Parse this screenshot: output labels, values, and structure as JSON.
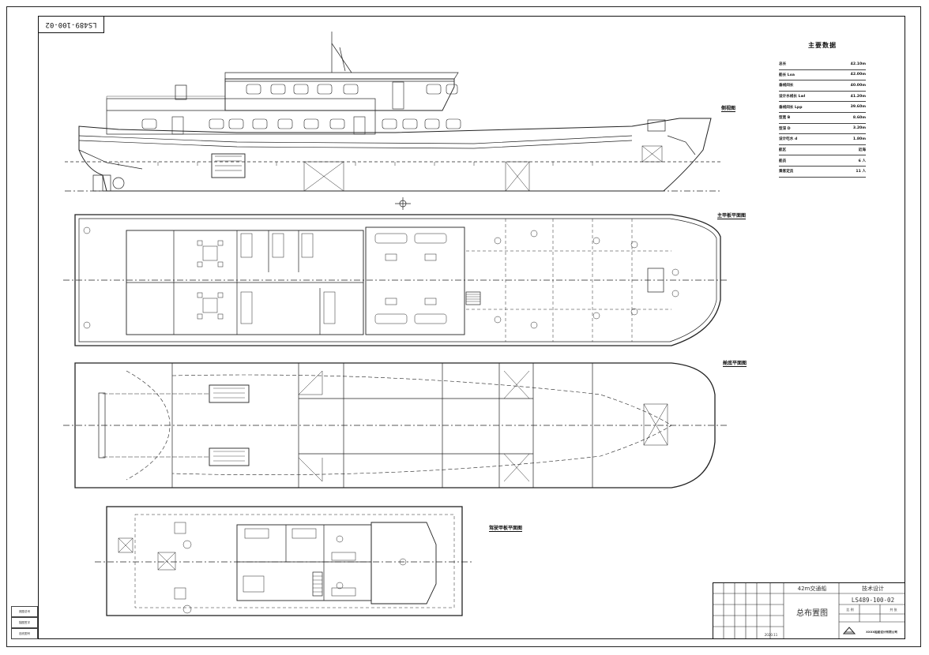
{
  "drawing": {
    "tag": "LS489-100-02",
    "views": {
      "profile": "侧视图",
      "main_deck": "主甲板平面图",
      "hold": "舱底平面图",
      "upper_deck": "驾驶甲板平面图"
    }
  },
  "main_particulars": {
    "title": "主要数据",
    "rows": [
      {
        "label": "总长",
        "value": "42.10m"
      },
      {
        "label": "船长 Loa",
        "value": "42.00m"
      },
      {
        "label": "垂线间长",
        "value": "40.00m"
      },
      {
        "label": "设计水线长 Lwl",
        "value": "41.20m"
      },
      {
        "label": "垂线间长 Lpp",
        "value": "39.60m"
      },
      {
        "label": "型宽 B",
        "value": "8.60m"
      },
      {
        "label": "型深 D",
        "value": "3.20m"
      },
      {
        "label": "设计吃水 d",
        "value": "1.80m"
      },
      {
        "label": "航区",
        "value": "近海"
      },
      {
        "label": "船员",
        "value": "6 人"
      },
      {
        "label": "乘客定员",
        "value": "11 人"
      }
    ]
  },
  "title_block": {
    "project": "42m交通船",
    "stage": "技术设计",
    "drawing_name": "总布置图",
    "drawing_no": "LS489-100-02",
    "date": "2020.11",
    "scale_label": "比 例",
    "sheet_label": "共 张",
    "company": "XXXX船舶设计有限公司"
  },
  "side_stamps": [
    "底图总号",
    "描图签字",
    "旧底图号"
  ]
}
